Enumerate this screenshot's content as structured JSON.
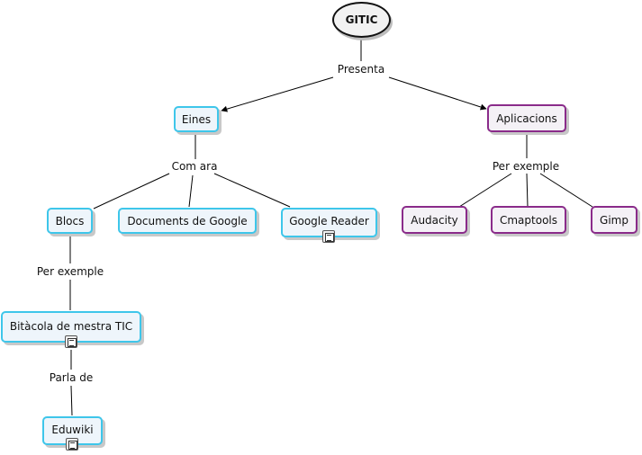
{
  "colors": {
    "concept_border_blue": "#3ec6ea",
    "concept_border_purple": "#8a2b8a",
    "root_border": "#111111",
    "link_line": "#000000"
  },
  "concepts": {
    "gitic": "GITIC",
    "eines": "Eines",
    "aplicacions": "Aplicacions",
    "blocs": "Blocs",
    "documents": "Documents de Google",
    "reader": "Google Reader",
    "audacity": "Audacity",
    "cmaptools": "Cmaptools",
    "gimp": "Gimp",
    "bitacola": "Bitàcola de mestra TIC",
    "eduwiki": "Eduwiki"
  },
  "linking_phrases": {
    "presenta": "Presenta",
    "com_ara": "Com ara",
    "per_exemple_apps": "Per exemple",
    "per_exemple_blocs": "Per exemple",
    "parla_de": "Parla de"
  },
  "resource_icons": [
    "document-icon",
    "document-icon",
    "document-icon"
  ]
}
